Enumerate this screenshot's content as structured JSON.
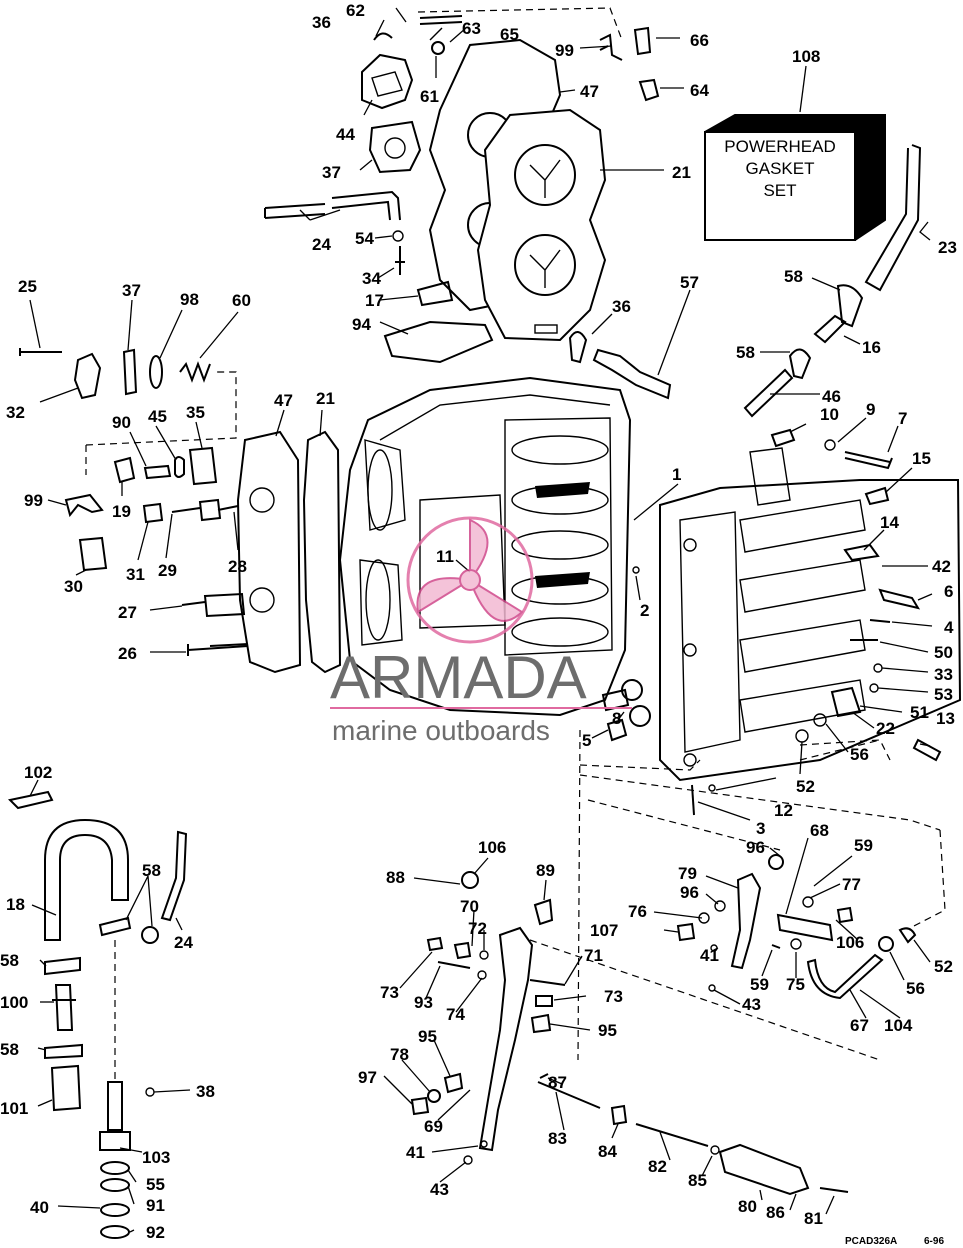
{
  "diagram": {
    "box": {
      "lines": [
        "POWERHEAD",
        "GASKET",
        "SET"
      ]
    },
    "watermark": {
      "name": "ARMADA",
      "tagline": "marine outboards"
    },
    "footer": {
      "code": "PCAD326A",
      "date": "6-96"
    },
    "labels": [
      {
        "id": "p62",
        "text": "62"
      },
      {
        "id": "p36a",
        "text": "36"
      },
      {
        "id": "p63",
        "text": "63"
      },
      {
        "id": "p65",
        "text": "65"
      },
      {
        "id": "p61",
        "text": "61"
      },
      {
        "id": "p99a",
        "text": "99"
      },
      {
        "id": "p66",
        "text": "66"
      },
      {
        "id": "p64",
        "text": "64"
      },
      {
        "id": "p108",
        "text": "108"
      },
      {
        "id": "p47a",
        "text": "47"
      },
      {
        "id": "p44",
        "text": "44"
      },
      {
        "id": "p37a",
        "text": "37"
      },
      {
        "id": "p21a",
        "text": "21"
      },
      {
        "id": "p24a",
        "text": "24"
      },
      {
        "id": "p54",
        "text": "54"
      },
      {
        "id": "p23",
        "text": "23"
      },
      {
        "id": "p34",
        "text": "34"
      },
      {
        "id": "p17",
        "text": "17"
      },
      {
        "id": "p94",
        "text": "94"
      },
      {
        "id": "p36b",
        "text": "36"
      },
      {
        "id": "p57",
        "text": "57"
      },
      {
        "id": "p58a",
        "text": "58"
      },
      {
        "id": "p16",
        "text": "16"
      },
      {
        "id": "p58b",
        "text": "58"
      },
      {
        "id": "p46",
        "text": "46"
      },
      {
        "id": "p25",
        "text": "25"
      },
      {
        "id": "p37b",
        "text": "37"
      },
      {
        "id": "p98",
        "text": "98"
      },
      {
        "id": "p60",
        "text": "60"
      },
      {
        "id": "p32",
        "text": "32"
      },
      {
        "id": "p47b",
        "text": "47"
      },
      {
        "id": "p21b",
        "text": "21"
      },
      {
        "id": "p10",
        "text": "10"
      },
      {
        "id": "p9",
        "text": "9"
      },
      {
        "id": "p7",
        "text": "7"
      },
      {
        "id": "p90",
        "text": "90"
      },
      {
        "id": "p45",
        "text": "45"
      },
      {
        "id": "p35",
        "text": "35"
      },
      {
        "id": "p15",
        "text": "15"
      },
      {
        "id": "p99b",
        "text": "99"
      },
      {
        "id": "p19",
        "text": "19"
      },
      {
        "id": "p1",
        "text": "1"
      },
      {
        "id": "p14",
        "text": "14"
      },
      {
        "id": "p30",
        "text": "30"
      },
      {
        "id": "p31",
        "text": "31"
      },
      {
        "id": "p29",
        "text": "29"
      },
      {
        "id": "p28",
        "text": "28"
      },
      {
        "id": "p11",
        "text": "11"
      },
      {
        "id": "p42",
        "text": "42"
      },
      {
        "id": "p6",
        "text": "6"
      },
      {
        "id": "p2",
        "text": "2"
      },
      {
        "id": "p27",
        "text": "27"
      },
      {
        "id": "p4",
        "text": "4"
      },
      {
        "id": "p26",
        "text": "26"
      },
      {
        "id": "p50",
        "text": "50"
      },
      {
        "id": "p33",
        "text": "33"
      },
      {
        "id": "p53",
        "text": "53"
      },
      {
        "id": "p51",
        "text": "51"
      },
      {
        "id": "p8",
        "text": "8"
      },
      {
        "id": "p22",
        "text": "22"
      },
      {
        "id": "p5",
        "text": "5"
      },
      {
        "id": "p13",
        "text": "13"
      },
      {
        "id": "p56a",
        "text": "56"
      },
      {
        "id": "p52a",
        "text": "52"
      },
      {
        "id": "p102",
        "text": "102"
      },
      {
        "id": "p12",
        "text": "12"
      },
      {
        "id": "p3",
        "text": "3"
      },
      {
        "id": "p68",
        "text": "68"
      },
      {
        "id": "p106a",
        "text": "106"
      },
      {
        "id": "p96a",
        "text": "96"
      },
      {
        "id": "p59a",
        "text": "59"
      },
      {
        "id": "p88",
        "text": "88"
      },
      {
        "id": "p89",
        "text": "89"
      },
      {
        "id": "p79",
        "text": "79"
      },
      {
        "id": "p77",
        "text": "77"
      },
      {
        "id": "p18",
        "text": "18"
      },
      {
        "id": "p58c",
        "text": "58"
      },
      {
        "id": "p70",
        "text": "70"
      },
      {
        "id": "p96b",
        "text": "96"
      },
      {
        "id": "p76",
        "text": "76"
      },
      {
        "id": "p24b",
        "text": "24"
      },
      {
        "id": "p72",
        "text": "72"
      },
      {
        "id": "p107",
        "text": "107"
      },
      {
        "id": "p106b",
        "text": "106"
      },
      {
        "id": "p58d",
        "text": "58"
      },
      {
        "id": "p71",
        "text": "71"
      },
      {
        "id": "p41a",
        "text": "41"
      },
      {
        "id": "p52b",
        "text": "52"
      },
      {
        "id": "p73a",
        "text": "73"
      },
      {
        "id": "p93",
        "text": "93"
      },
      {
        "id": "p59b",
        "text": "59"
      },
      {
        "id": "p75",
        "text": "75"
      },
      {
        "id": "p56b",
        "text": "56"
      },
      {
        "id": "p73b",
        "text": "73"
      },
      {
        "id": "p100",
        "text": "100"
      },
      {
        "id": "p74",
        "text": "74"
      },
      {
        "id": "p43a",
        "text": "43"
      },
      {
        "id": "p67",
        "text": "67"
      },
      {
        "id": "p104",
        "text": "104"
      },
      {
        "id": "p95a",
        "text": "95"
      },
      {
        "id": "p95b",
        "text": "95"
      },
      {
        "id": "p58e",
        "text": "58"
      },
      {
        "id": "p78",
        "text": "78"
      },
      {
        "id": "p87",
        "text": "87"
      },
      {
        "id": "p97",
        "text": "97"
      },
      {
        "id": "p38",
        "text": "38"
      },
      {
        "id": "p101",
        "text": "101"
      },
      {
        "id": "p69",
        "text": "69"
      },
      {
        "id": "p83",
        "text": "83"
      },
      {
        "id": "p84",
        "text": "84"
      },
      {
        "id": "p41b",
        "text": "41"
      },
      {
        "id": "p103",
        "text": "103"
      },
      {
        "id": "p82",
        "text": "82"
      },
      {
        "id": "p55",
        "text": "55"
      },
      {
        "id": "p43b",
        "text": "43"
      },
      {
        "id": "p85",
        "text": "85"
      },
      {
        "id": "p40",
        "text": "40"
      },
      {
        "id": "p91",
        "text": "91"
      },
      {
        "id": "p80",
        "text": "80"
      },
      {
        "id": "p86",
        "text": "86"
      },
      {
        "id": "p81",
        "text": "81"
      },
      {
        "id": "p92",
        "text": "92"
      }
    ]
  }
}
